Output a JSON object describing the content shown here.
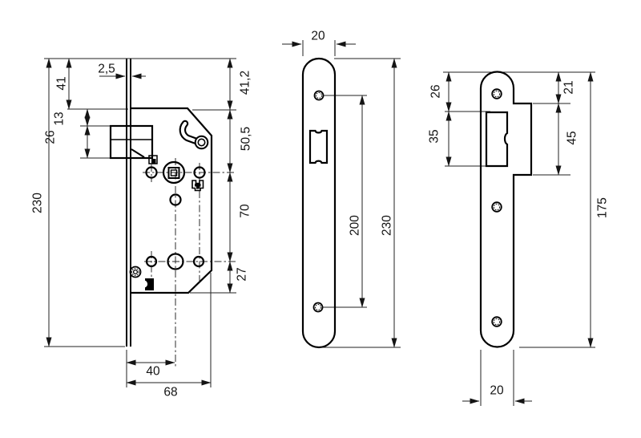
{
  "page": {
    "background": "#ffffff",
    "ink": "#000000",
    "dim_line_color": "#222222",
    "text_color": "#141414",
    "description": "Technical dimension drawing of a mortise lock: lock body side view, faceplate front view, strike plate front view"
  },
  "views": {
    "lock_body": {
      "label": "lock body side view",
      "dims": {
        "faceplate_thickness": "2,5",
        "top_edge_offset": "41",
        "body_top_to_latch": "13",
        "latch_height": "26",
        "faceplate_height": "230",
        "top_offset_right": "41,2",
        "latch_to_spindle": "50,5",
        "spindle_to_cylinder": "70",
        "cylinder_to_bottom": "27",
        "backset": "40",
        "body_depth": "68"
      }
    },
    "faceplate": {
      "label": "faceplate front view",
      "dims": {
        "width": "20",
        "screw_spacing": "200",
        "height": "230"
      }
    },
    "strike_plate": {
      "label": "strike plate front view",
      "dims": {
        "top_to_cutout": "26",
        "cutout_height": "35",
        "top_to_box": "21",
        "box_height": "45",
        "height": "175",
        "width": "20"
      }
    }
  }
}
